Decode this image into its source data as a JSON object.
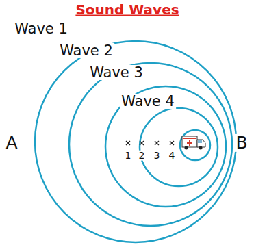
{
  "diagram": {
    "title": "Sound Waves",
    "labels": [
      "Wave 1",
      "Wave 2",
      "Wave 3",
      "Wave 4",
      "A",
      "B",
      "1",
      "2",
      "3",
      "4"
    ]
  }
}
